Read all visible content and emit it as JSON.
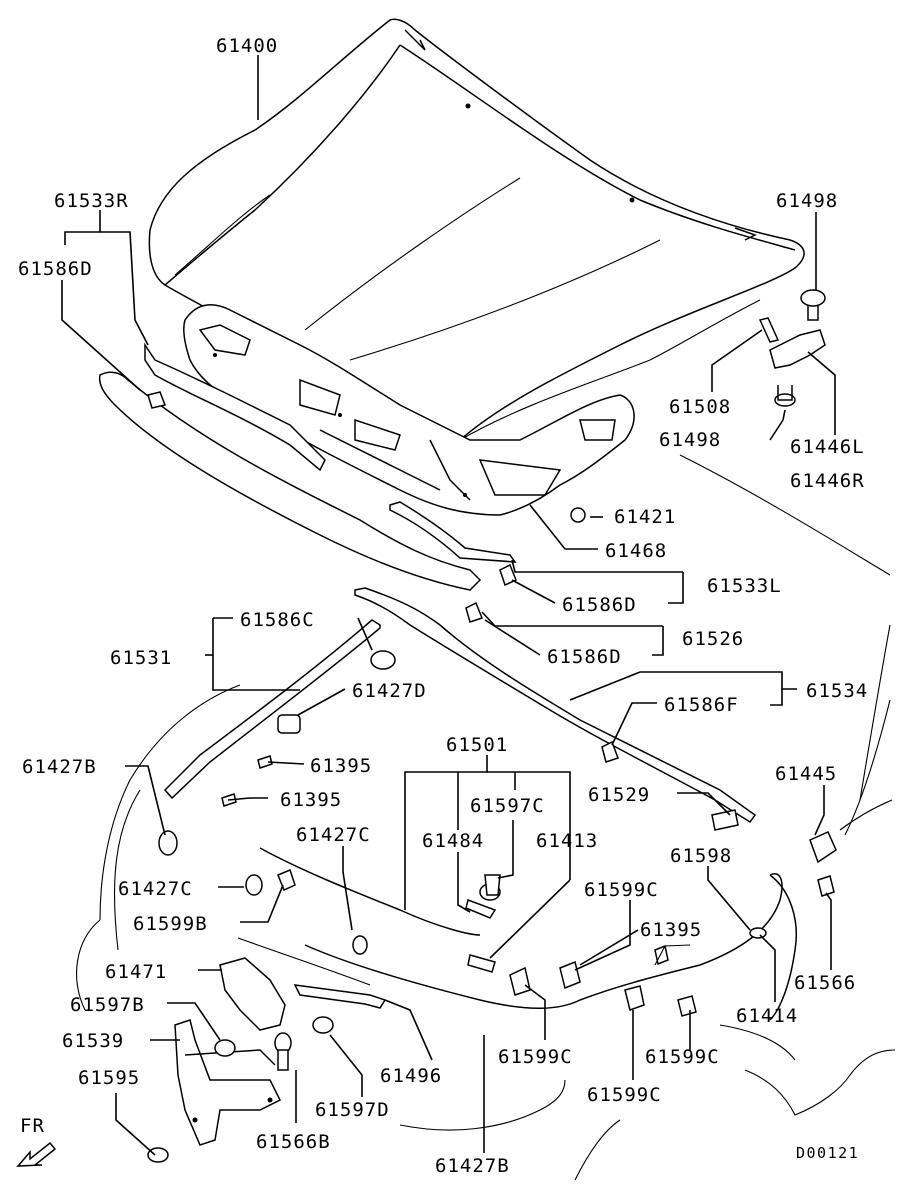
{
  "callouts": {
    "p61400": "61400",
    "p61533r": "61533R",
    "p61586d_a": "61586D",
    "p61498_a": "61498",
    "p61508": "61508",
    "p61498_b": "61498",
    "p61446l": "61446L",
    "p61446r": "61446R",
    "p61421": "61421",
    "p61468": "61468",
    "p61533l": "61533L",
    "p61586d_b": "61586D",
    "p61586c": "61586C",
    "p61526": "61526",
    "p61531": "61531",
    "p61586d_c": "61586D",
    "p61427d": "61427D",
    "p61534": "61534",
    "p61586f": "61586F",
    "p61501": "61501",
    "p61427b_a": "61427B",
    "p61395_a": "61395",
    "p61597c": "61597C",
    "p61395_b": "61395",
    "p61529": "61529",
    "p61445": "61445",
    "p61484": "61484",
    "p61413": "61413",
    "p61427c_a": "61427C",
    "p61598": "61598",
    "p61427c_b": "61427C",
    "p61599c_a": "61599C",
    "p61599b": "61599B",
    "p61395_c": "61395",
    "p61566_a": "61566",
    "p61471": "61471",
    "p61597b": "61597B",
    "p61414": "61414",
    "p61539": "61539",
    "p61599c_b": "61599C",
    "p61496": "61496",
    "p61599c_c": "61599C",
    "p61595": "61595",
    "p61597d": "61597D",
    "p61599c_d": "61599C",
    "fr": "FR",
    "p61566b": "61566B",
    "p61427b_b": "61427B",
    "drawing_code": "D00121"
  }
}
